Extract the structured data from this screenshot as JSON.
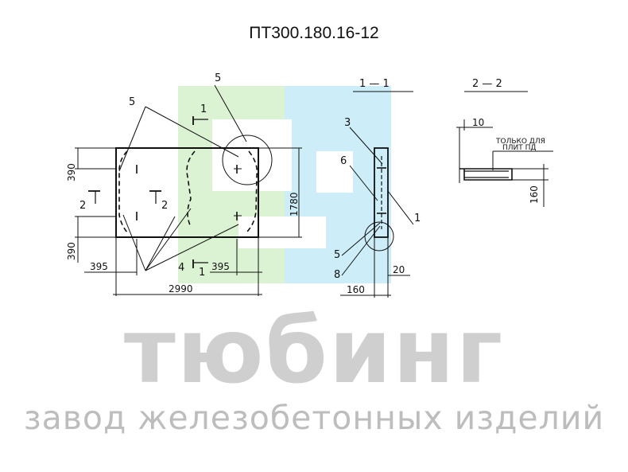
{
  "title": "ПТ300.180.16-12",
  "drawing": {
    "section_1": "1 — 1",
    "section_2": "2 — 2",
    "callouts": [
      "1",
      "1",
      "1",
      "2",
      "2",
      "3",
      "4",
      "5",
      "5",
      "5",
      "6",
      "8"
    ],
    "dimensions": {
      "d390_top": "390",
      "d390_bottom": "390",
      "d395_left": "395",
      "d395_right": "395",
      "d2990": "2990",
      "d1780": "1780",
      "d160_bottom": "160",
      "d20": "20",
      "d10": "10",
      "d160_side": "160"
    },
    "note_line1": "ТОЛЬКО ДЛЯ",
    "note_line2": "ПЛИТ ПД"
  },
  "watermark": {
    "brand": "тюбинг",
    "tagline": "завод железобетонных изделий"
  },
  "colors": {
    "green_logo": "#dcf3d3",
    "blue_logo": "#cdeef9",
    "ink": "#111111"
  }
}
